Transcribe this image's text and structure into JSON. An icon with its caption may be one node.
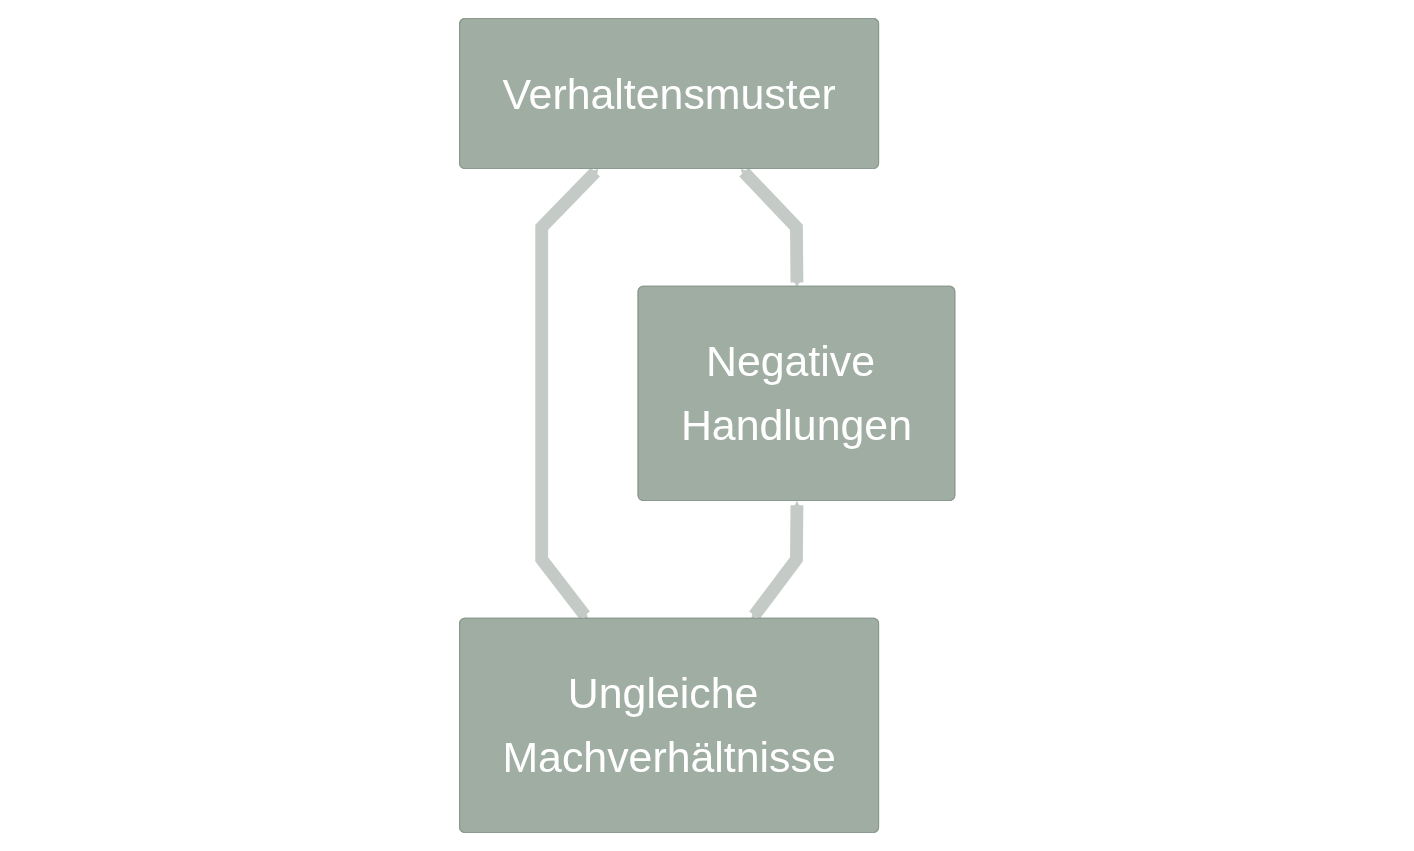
{
  "diagram": {
    "nodes": [
      {
        "text": [
          "Verhaltensmuster"
        ]
      },
      {
        "text": [
          "Negative Handlungen"
        ]
      },
      {
        "text": [
          "Ungleiche Machverhältnisse"
        ]
      }
    ],
    "edges": [
      {
        "from": 0,
        "to": 1,
        "arrow": "both"
      },
      {
        "from": 0,
        "to": 2,
        "arrow": "both"
      },
      {
        "from": 1,
        "to": 2,
        "arrow": "both"
      }
    ]
  }
}
